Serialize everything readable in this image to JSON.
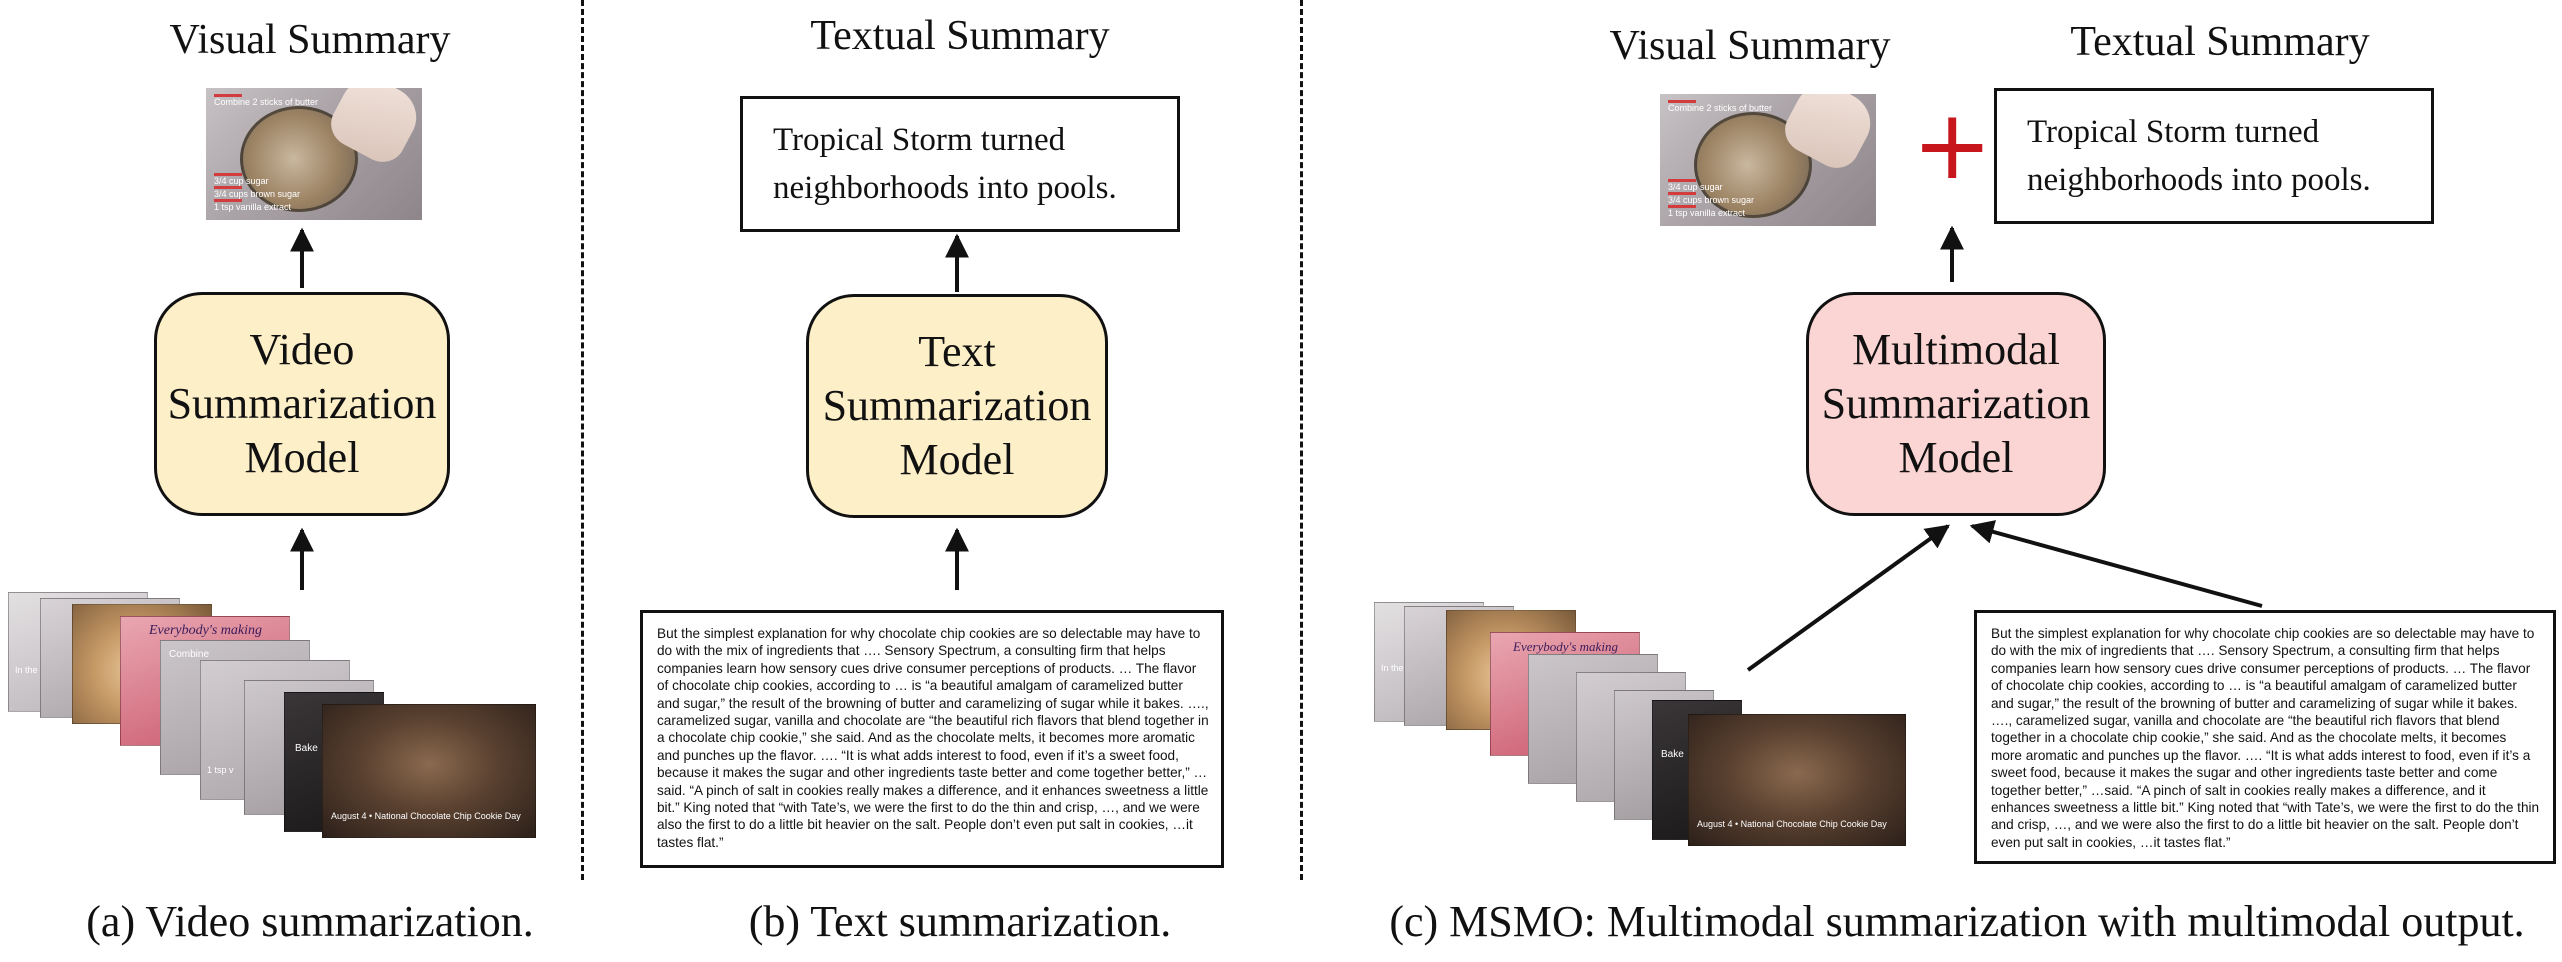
{
  "panel_a": {
    "title": "Visual Summary",
    "model_lines": [
      "Video",
      "Summarization",
      "Model"
    ],
    "caption": "(a) Video summarization.",
    "thumb_labels": [
      "Combine 2 sticks of butter",
      "3/4 cup sugar",
      "3/4 cups brown sugar",
      "1 tsp vanilla extract"
    ]
  },
  "panel_b": {
    "title": "Textual Summary",
    "summary_lines": [
      "Tropical Storm turned",
      "neighborhoods into pools."
    ],
    "model_lines": [
      "Text",
      "Summarization",
      "Model"
    ],
    "caption": "(b) Text summarization."
  },
  "panel_c": {
    "visual_title": "Visual Summary",
    "textual_title": "Textual Summary",
    "plus": "+",
    "summary_lines": [
      "Tropical Storm turned",
      "neighborhoods into pools."
    ],
    "model_lines": [
      "Multimodal",
      "Summarization",
      "Model"
    ],
    "caption": "(c) MSMO: Multimodal summarization with multimodal output."
  },
  "document_text": "But the simplest explanation for why chocolate chip cookies are so delectable may have to do with the mix of ingredients that  …. Sensory Spectrum, a consulting firm that helps companies learn how sensory cues drive consumer perceptions of products. … The flavor of chocolate chip cookies, according to … is “a beautiful amalgam of caramelized butter and sugar,” the result of the browning of butter and caramelizing of sugar while it bakes. …., caramelized sugar, vanilla and chocolate are “the beautiful rich flavors that blend together in a chocolate chip cookie,” she said. And as the chocolate melts, it becomes more aromatic and punches up the flavor. …. “It is what adds interest to food, even if it’s a sweet food, because it makes the sugar and other ingredients taste better and come together better,” …said. “A pinch of salt in cookies really makes a difference, and it enhances sweetness a little bit.” King noted that “with Tate’s, we were the first to do the thin and crisp, …, and we were also the first to do a little bit heavier on the salt. People don’t even put salt in cookies, …it tastes flat.”",
  "frames": {
    "cursive_text": "Everybody's making",
    "bake_text": "Bake",
    "cookie_day_text": "August 4 • National Chocolate Chip Cookie Day",
    "combine_text": "Combine",
    "in_the_text": "In the",
    "tsp_text": "1 tsp v"
  },
  "colors": {
    "yellow_box": "#fdefc8",
    "pink_box": "#fbd5d3",
    "plus_red": "#c8161d"
  }
}
